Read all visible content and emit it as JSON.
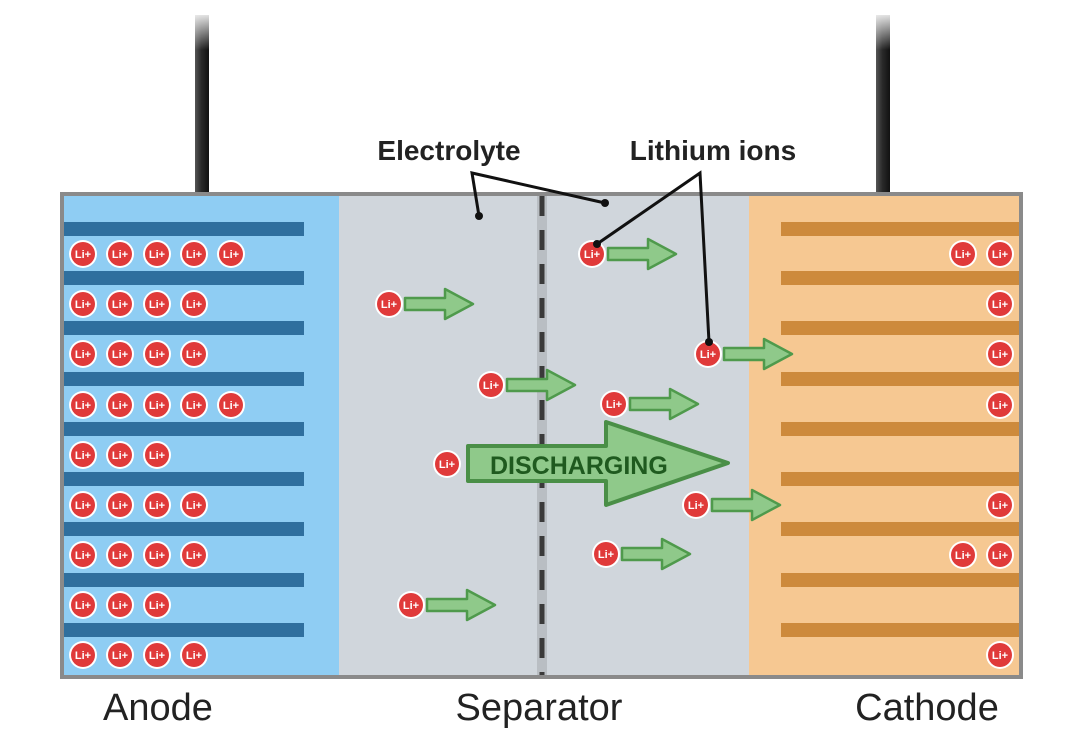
{
  "labels": {
    "anode": "Anode",
    "separator": "Separator",
    "cathode": "Cathode",
    "electrolyte": "Electrolyte",
    "lithium_ions": "Lithium ions",
    "discharging": "DISCHARGING"
  },
  "ion_label": "Li+",
  "colors": {
    "anode_fill": "#8fcdf3",
    "anode_plate": "#2f6f9e",
    "electrolyte_fill": "#d0d6dc",
    "separator_fill": "#c9ced3",
    "cathode_fill": "#f6c892",
    "cathode_plate": "#cd8a3c",
    "ion_fill": "#e03a3a",
    "arrow_fill": "#8fc98a",
    "arrow_stroke": "#4f9a4c",
    "terminal": "#2e2e2e",
    "casing_border": "#8a8a8a"
  },
  "anode_ion_counts_per_row": [
    5,
    4,
    4,
    5,
    3,
    4,
    4,
    3,
    4
  ],
  "cathode_ion_counts_per_row": [
    2,
    1,
    1,
    1,
    0,
    1,
    2,
    0,
    1
  ]
}
